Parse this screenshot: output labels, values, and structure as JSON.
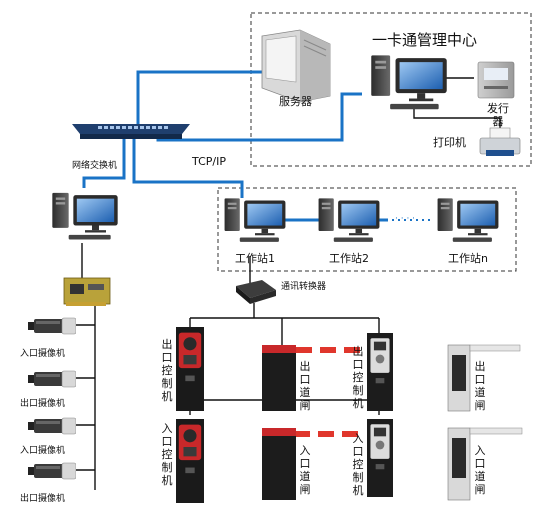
{
  "management_center": {
    "title": "一卡通管理中心"
  },
  "devices": {
    "server": "服务器",
    "issuer": "发行器",
    "printer": "打印机",
    "network_switch": "网络交换机",
    "protocol": "TCP/IP",
    "comm_converter": "通讯转换器"
  },
  "workstations": [
    "工作站1",
    "工作站2",
    "工作站n"
  ],
  "workstation_dots": "· · · ·",
  "cameras": [
    "入口摄像机",
    "出口摄像机",
    "入口摄像机",
    "出口摄像机"
  ],
  "controllers": {
    "exit_controller": "出口控制机",
    "entry_controller": "入口控制机",
    "exit_gate": "出口道闸",
    "entry_gate": "入口道闸"
  },
  "colors": {
    "link_blue": "#1a73c6",
    "wire_black": "#111111",
    "dashed_border": "#333333",
    "gate_red": "#c8282a",
    "barrier_red": "#e0362c"
  }
}
